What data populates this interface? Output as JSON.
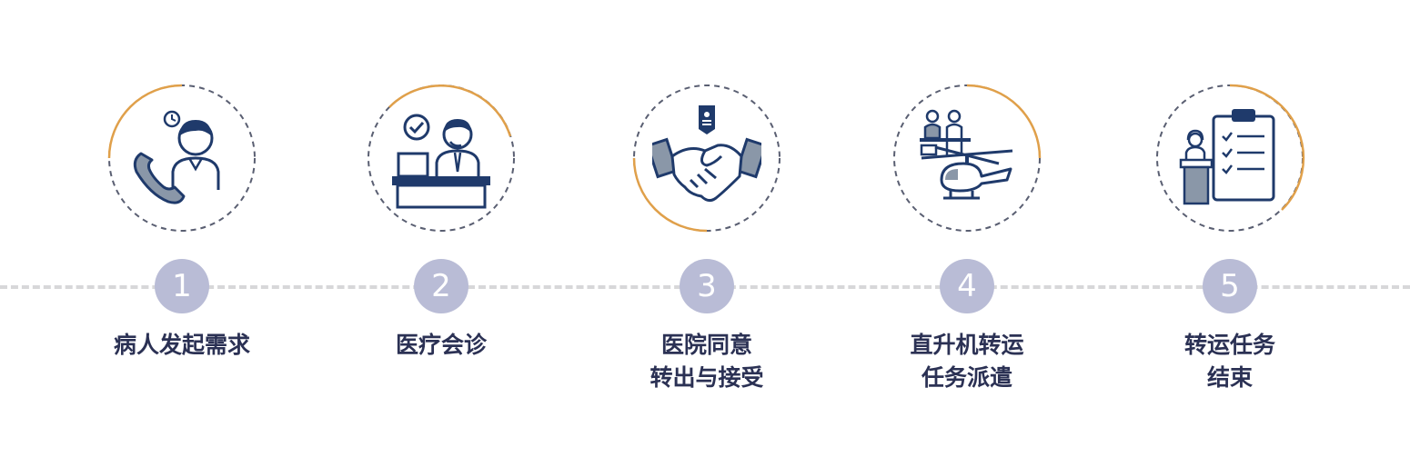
{
  "steps": [
    {
      "number": "1",
      "line1": "病人发起需求",
      "line2": "",
      "icon": "phone-call-agent-icon"
    },
    {
      "number": "2",
      "line1": "医疗会诊",
      "line2": "",
      "icon": "consultation-desk-icon"
    },
    {
      "number": "3",
      "line1": "医院同意",
      "line2": "转出与接受",
      "icon": "handshake-icon"
    },
    {
      "number": "4",
      "line1": "直升机转运",
      "line2": "任务派遣",
      "icon": "helicopter-dispatch-icon"
    },
    {
      "number": "5",
      "line1": "转运任务",
      "line2": "结束",
      "icon": "checklist-clipboard-icon"
    }
  ],
  "colors": {
    "accent_orange": "#e0a04a",
    "ring_dash": "#5a5f72",
    "navy": "#1f3a6b",
    "steel": "#8a97a8",
    "badge": "#b9bcd6",
    "label_text": "#2b3154",
    "timeline": "#d7d7d9"
  }
}
